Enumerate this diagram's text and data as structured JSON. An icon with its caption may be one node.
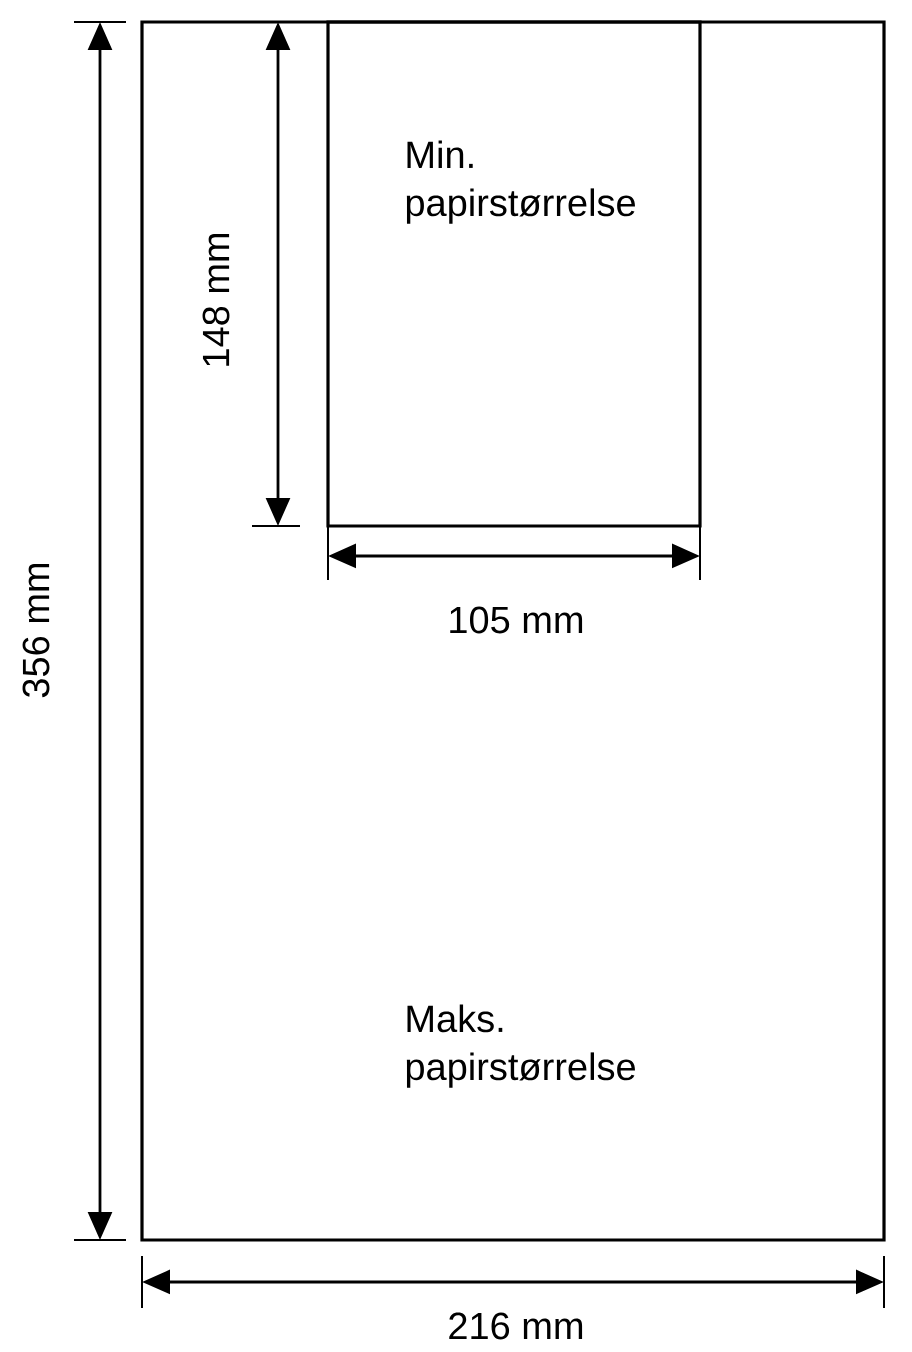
{
  "diagram": {
    "nodes": [
      {
        "text": [
          "Maks. papirstørrelse"
        ]
      },
      {
        "text": [
          "Min. papirstørrelse"
        ],
        "in": 0
      }
    ],
    "labels": [
      "356 mm",
      "148 mm",
      "105 mm",
      "216 mm"
    ]
  }
}
